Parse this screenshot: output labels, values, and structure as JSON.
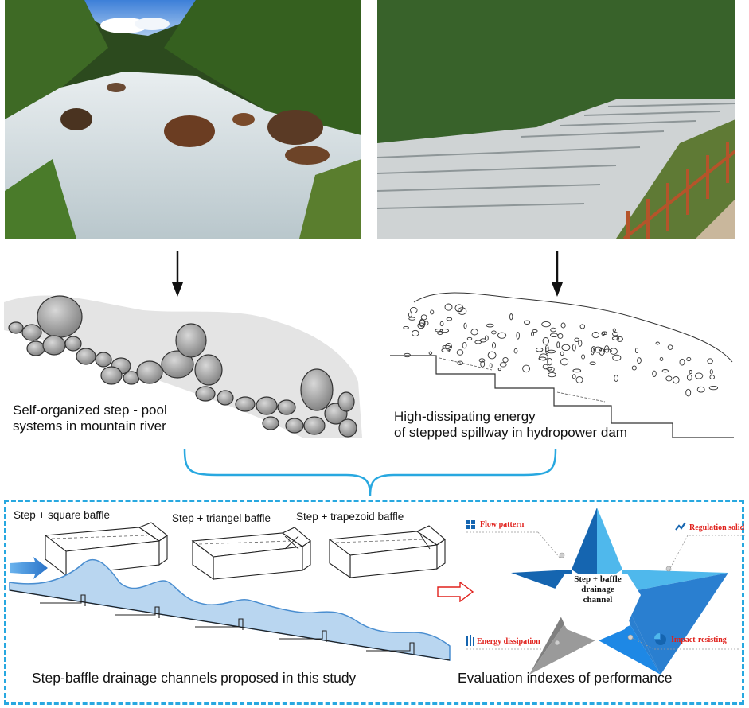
{
  "left_photo": {
    "name": "mountain-river-photo"
  },
  "right_photo": {
    "name": "stepped-spillway-photo"
  },
  "captions": {
    "left_line1": "Self-organized step - pool",
    "left_line2": "systems in mountain river",
    "right_line1": "High-dissipating energy",
    "right_line2": "of stepped spillway in hydropower dam"
  },
  "baffles": [
    {
      "label": "Step + square baffle"
    },
    {
      "label": "Step + triangel baffle"
    },
    {
      "label": "Step + trapezoid baffle"
    }
  ],
  "bottom_left_caption": "Step-baffle drainage channels proposed in this study",
  "bottom_right_caption": "Evaluation indexes of  performance",
  "star": {
    "center_line1": "Step + baffle",
    "center_line2": "drainage",
    "center_line3": "channel",
    "indexes": [
      {
        "label": "Flow pattern"
      },
      {
        "label": "Regulation solid"
      },
      {
        "label": "Energy dissipation"
      },
      {
        "label": "Impact-resisting"
      }
    ]
  },
  "colors": {
    "panel_border": "#28a8e0",
    "star_dark": "#1565b0",
    "star_light": "#4fb8ec",
    "star_mid": "#2a7fd0",
    "star_gray": "#808080",
    "index_text": "#e0201b",
    "channel_fill": "#b9d6f0",
    "arrow_red": "#e0201b",
    "arrow_blue": "#3a8ed8"
  }
}
